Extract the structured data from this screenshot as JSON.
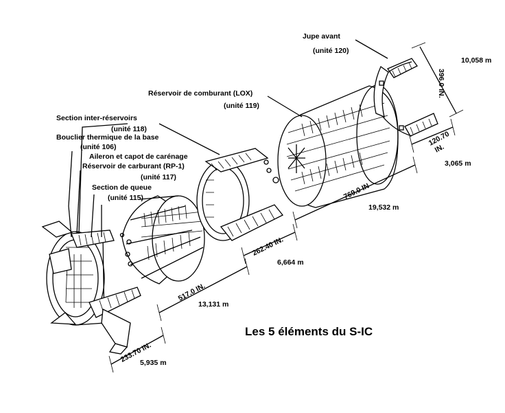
{
  "title": "Les 5 éléments du S-IC",
  "labels": {
    "forward_skirt": "Jupe avant",
    "forward_skirt_unit": "(unité 120)",
    "lox_tank": "Réservoir de comburant (LOX)",
    "lox_tank_unit": "(unité 119)",
    "intertank": "Section inter-réservoirs",
    "intertank_unit": "(unité 118)",
    "heat_shield": "Bouclier thermique de la base",
    "heat_shield_unit": "(unité 106)",
    "fins_fairings": "Aileron et capot de carénage",
    "fuel_tank": "Réservoir de carburant (RP-1)",
    "fuel_tank_unit": "(unité 117)",
    "thrust_section": "Section de queue",
    "thrust_section_unit": "(unité 115)"
  },
  "dimensions": {
    "forward_skirt_diameter_in": "396.0 IN.",
    "forward_skirt_diameter_m": "10,058 m",
    "forward_skirt_length_in": "120.70",
    "forward_skirt_length_unit": "IN.",
    "forward_skirt_length_m": "3,065 m",
    "lox_tank_length_in": "769.0 IN",
    "lox_tank_length_m": "19,532 m",
    "intertank_length_in": "262.40 IN.",
    "intertank_length_m": "6,664 m",
    "fuel_tank_length_in": "517.0 IN.",
    "fuel_tank_length_m": "13,131 m",
    "thrust_section_length_in": "233.70 IN.",
    "thrust_section_length_m": "5,935 m"
  }
}
